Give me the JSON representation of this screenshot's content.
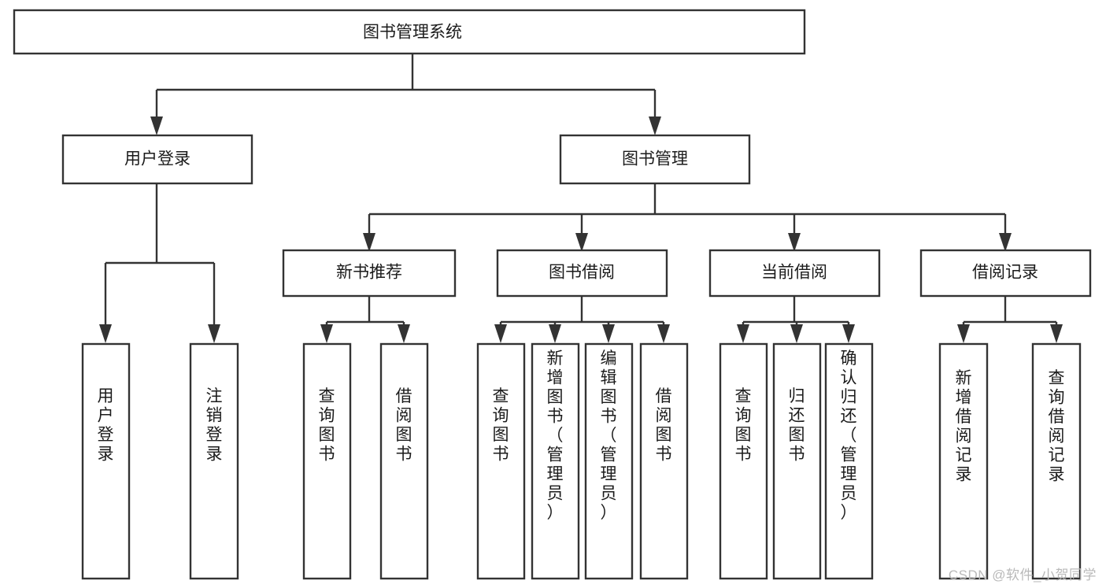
{
  "diagram": {
    "type": "tree-hierarchy-functional-decomposition",
    "title": "图书管理系统",
    "watermark": "CSDN @软件_小贺同学",
    "colors": {
      "stroke": "#333333",
      "box_fill": "#ffffff",
      "text": "#1b1b1b",
      "background": "#ffffff",
      "watermark": "#b9b9b9"
    },
    "levels": [
      {
        "level": 1,
        "nodes": [
          {
            "id": "root",
            "label": "图书管理系统",
            "orientation": "horizontal"
          }
        ]
      },
      {
        "level": 2,
        "nodes": [
          {
            "id": "login",
            "label": "用户登录",
            "orientation": "horizontal",
            "parent": "root"
          },
          {
            "id": "bookmgmt",
            "label": "图书管理",
            "orientation": "horizontal",
            "parent": "root"
          }
        ]
      },
      {
        "level": 3,
        "nodes": [
          {
            "id": "newbook",
            "label": "新书推荐",
            "orientation": "horizontal",
            "parent": "bookmgmt"
          },
          {
            "id": "borrow",
            "label": "图书借阅",
            "orientation": "horizontal",
            "parent": "bookmgmt"
          },
          {
            "id": "current",
            "label": "当前借阅",
            "orientation": "horizontal",
            "parent": "bookmgmt"
          },
          {
            "id": "records",
            "label": "借阅记录",
            "orientation": "horizontal",
            "parent": "bookmgmt"
          }
        ]
      },
      {
        "level": 4,
        "nodes": [
          {
            "id": "leaf1",
            "label": "用户登录",
            "orientation": "vertical",
            "parent": "login"
          },
          {
            "id": "leaf2",
            "label": "注销登录",
            "orientation": "vertical",
            "parent": "login"
          },
          {
            "id": "leaf3",
            "label": "查询图书",
            "orientation": "vertical",
            "parent": "newbook"
          },
          {
            "id": "leaf4",
            "label": "借阅图书",
            "orientation": "vertical",
            "parent": "newbook"
          },
          {
            "id": "leaf5",
            "label": "查询图书",
            "orientation": "vertical",
            "parent": "borrow"
          },
          {
            "id": "leaf6",
            "label": "新增图书（管理员）",
            "orientation": "vertical",
            "parent": "borrow"
          },
          {
            "id": "leaf7",
            "label": "编辑图书（管理员）",
            "orientation": "vertical",
            "parent": "borrow"
          },
          {
            "id": "leaf8",
            "label": "借阅图书",
            "orientation": "vertical",
            "parent": "borrow"
          },
          {
            "id": "leaf9",
            "label": "查询图书",
            "orientation": "vertical",
            "parent": "current"
          },
          {
            "id": "leaf10",
            "label": "归还图书",
            "orientation": "vertical",
            "parent": "current"
          },
          {
            "id": "leaf11",
            "label": "确认归还（管理员）",
            "orientation": "vertical",
            "parent": "current"
          },
          {
            "id": "leaf12",
            "label": "新增借阅记录",
            "orientation": "vertical",
            "parent": "records"
          },
          {
            "id": "leaf13",
            "label": "查询借阅记录",
            "orientation": "vertical",
            "parent": "records"
          }
        ]
      }
    ]
  }
}
